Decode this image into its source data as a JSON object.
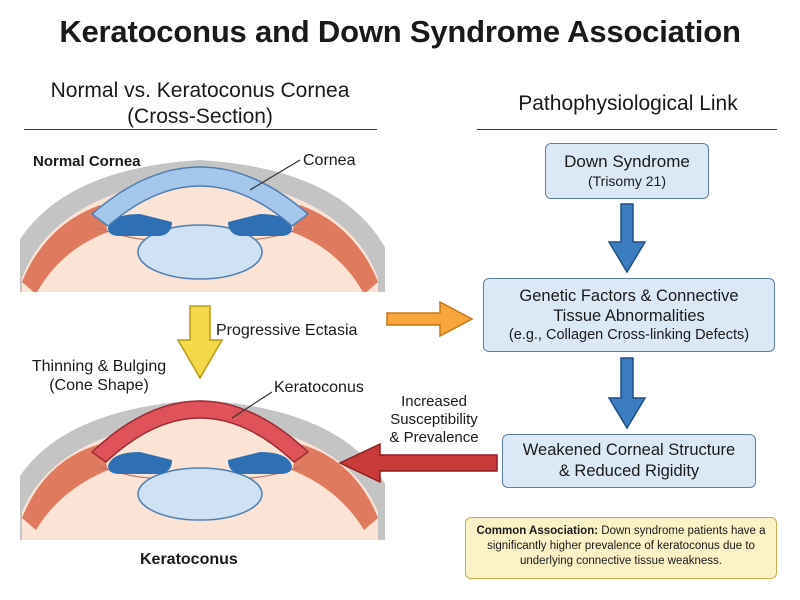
{
  "title": "Keratoconus and Down Syndrome Association",
  "left_header": {
    "line1": "Normal vs. Keratoconus Cornea",
    "line2": "(Cross-Section)"
  },
  "right_header": "Pathophysiological Link",
  "normal_eye": {
    "heading": "Normal Cornea",
    "callout": "Cornea"
  },
  "transition": {
    "label": "Progressive Ectasia",
    "change_line1": "Thinning & Bulging",
    "change_line2": "(Cone Shape)"
  },
  "kc_eye": {
    "heading": "Keratoconus",
    "callout": "Keratoconus"
  },
  "flow": {
    "box1": {
      "line1": "Down Syndrome",
      "line2": "(Trisomy 21)"
    },
    "box2": {
      "line1": "Genetic Factors & Connective",
      "line2": "Tissue Abnormalities",
      "line3": "(e.g., Collagen Cross-linking Defects)"
    },
    "box3": {
      "line1": "Weakened Corneal Structure",
      "line2": "& Reduced Rigidity"
    }
  },
  "return_arrow": {
    "line1": "Increased",
    "line2": "Susceptibility",
    "line3": "& Prevalence"
  },
  "note": {
    "lead": "Common Association:",
    "body": " Down syndrome patients have a significantly higher prevalence of keratoconus due to underlying connective tissue weakness."
  },
  "colors": {
    "cornea_blue": "#a6c7ec",
    "cornea_red": "#e0525a",
    "sclera": "#d9d9d9",
    "iris": "#2f6fb3",
    "lens": "#cfe2f3",
    "flesh": "#fbe4d6",
    "muscle": "#e07a5f",
    "arrow_blue": "#3b7dbf",
    "arrow_yellow": "#f5d94a",
    "arrow_orange": "#f7a53c",
    "arrow_red": "#c93a3a"
  }
}
